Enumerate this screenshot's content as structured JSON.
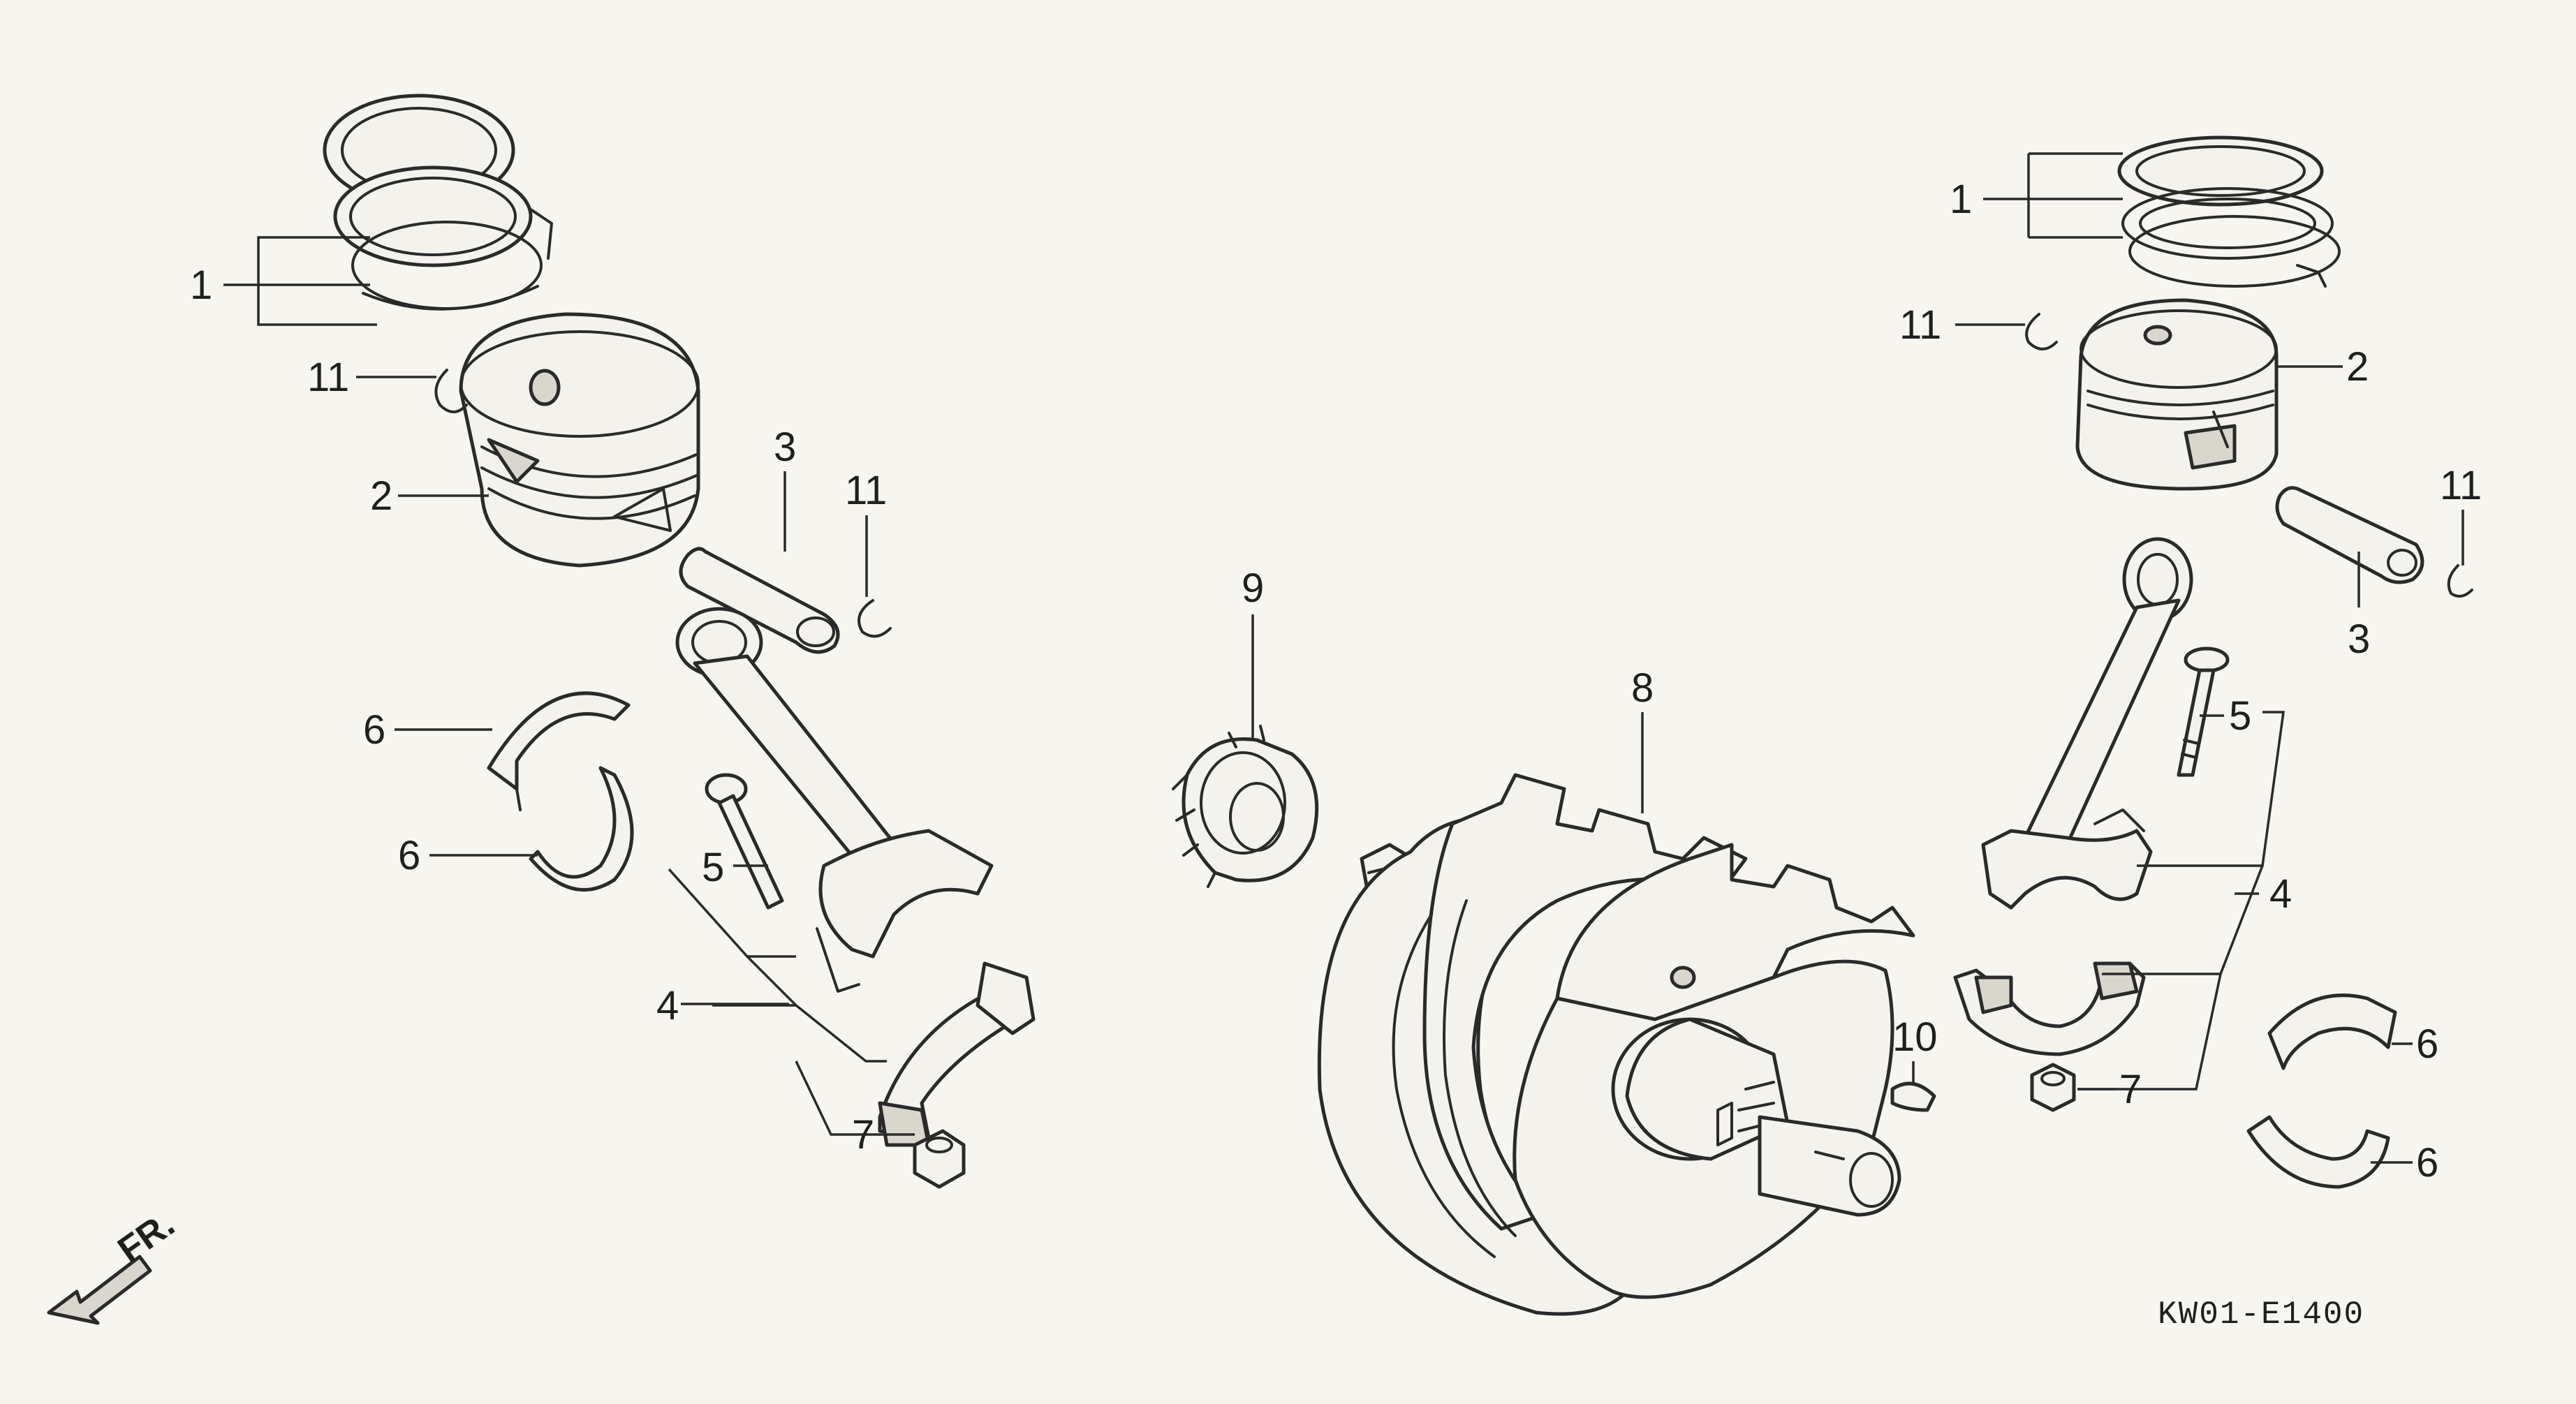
{
  "callouts": {
    "c1a": "1",
    "c1b": "1",
    "c2a": "2",
    "c2b": "2",
    "c3a": "3",
    "c3b": "3",
    "c4a": "4",
    "c4b": "4",
    "c5a": "5",
    "c5b": "5",
    "c6a": "6",
    "c6b": "6",
    "c6c": "6",
    "c6d": "6",
    "c7a": "7",
    "c7b": "7",
    "c8": "8",
    "c9": "9",
    "c10": "10",
    "c11a": "11",
    "c11b": "11",
    "c11c": "11",
    "c11d": "11"
  },
  "front_indicator": "FR.",
  "diagram_code": "KW01-E1400"
}
